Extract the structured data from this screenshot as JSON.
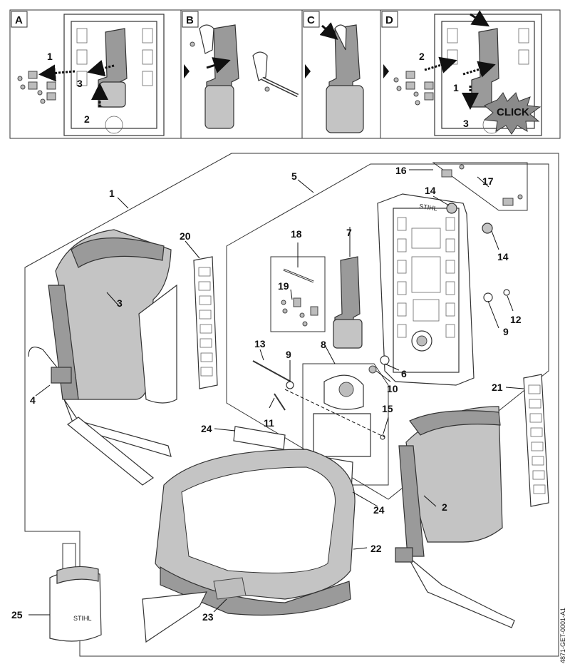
{
  "panels": [
    {
      "letter": "A",
      "steps": [
        "1",
        "3",
        "2"
      ]
    },
    {
      "letter": "B",
      "steps": []
    },
    {
      "letter": "C",
      "steps": []
    },
    {
      "letter": "D",
      "steps": [
        "2",
        "1",
        "3"
      ],
      "click_label": "CLICK"
    }
  ],
  "callouts": [
    "1",
    "2",
    "3",
    "4",
    "5",
    "6",
    "7",
    "8",
    "9",
    "9",
    "10",
    "11",
    "12",
    "13",
    "14",
    "14",
    "15",
    "16",
    "17",
    "18",
    "19",
    "20",
    "21",
    "22",
    "23",
    "24",
    "24",
    "25"
  ],
  "doc_code": "4871-GET-0001-A1"
}
